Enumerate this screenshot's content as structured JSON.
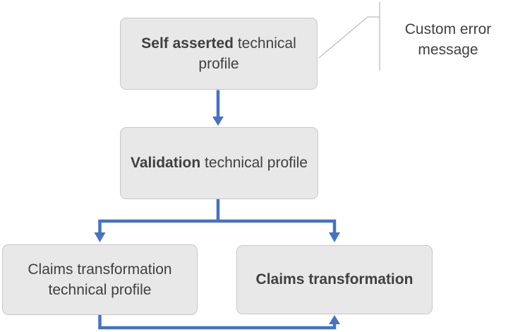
{
  "colors": {
    "box-fill": "#e8e8e8",
    "box-border": "#c7c7c7",
    "text-color": "#404040",
    "arrow-blue": "#4472c4",
    "callout-line": "#bdbdbd"
  },
  "nodes": {
    "self_asserted": {
      "bold": "Self asserted",
      "rest": " technical profile"
    },
    "validation": {
      "bold": "Validation",
      "rest": " technical profile"
    },
    "claims_transformation_profile": {
      "text": "Claims transformation technical profile"
    },
    "claims_transformation": {
      "bold": "Claims transformation",
      "rest": ""
    }
  },
  "callout": {
    "text": "Custom error message"
  },
  "edges": [
    {
      "from": "self_asserted",
      "to": "validation",
      "style": "blue-arrow"
    },
    {
      "from": "validation",
      "to": "claims_transformation_profile",
      "style": "blue-arrow"
    },
    {
      "from": "validation",
      "to": "claims_transformation",
      "style": "blue-arrow"
    },
    {
      "from": "claims_transformation_profile",
      "to": "claims_transformation",
      "style": "blue-arrow"
    },
    {
      "from": "self_asserted",
      "to": "custom_error_message",
      "style": "thin-gray-callout"
    }
  ]
}
